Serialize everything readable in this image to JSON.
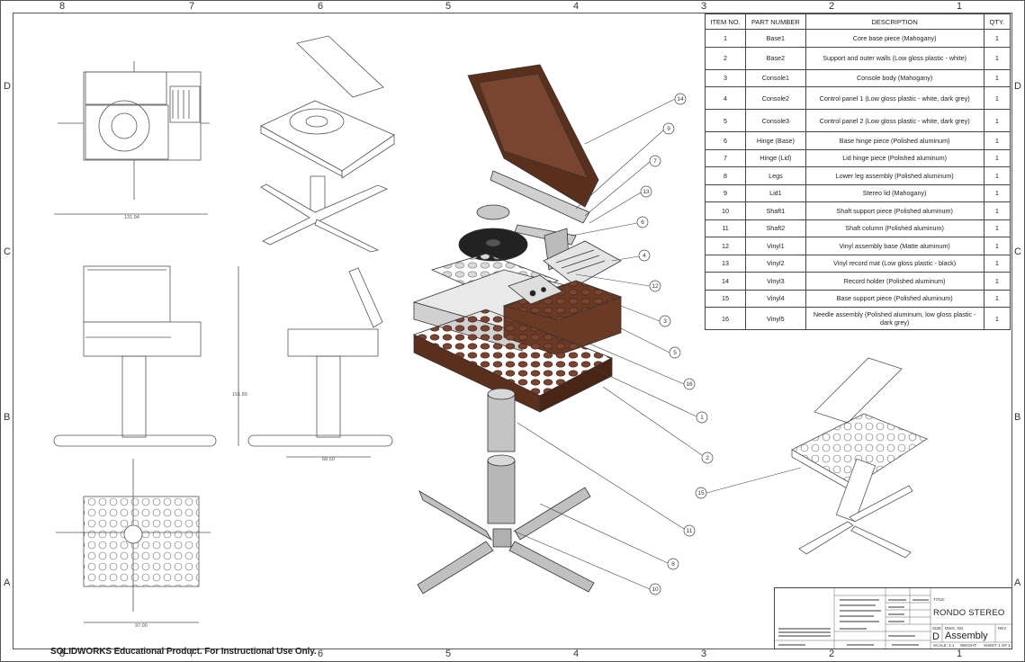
{
  "border": {
    "top_zones": [
      "8",
      "7",
      "6",
      "5",
      "4",
      "3",
      "2",
      "1"
    ],
    "bottom_zones": [
      "8",
      "7",
      "6",
      "5",
      "4",
      "3",
      "2",
      "1"
    ],
    "side_zones": [
      "D",
      "C",
      "B",
      "A"
    ]
  },
  "bom": {
    "headers": [
      "ITEM NO.",
      "PART NUMBER",
      "DESCRIPTION",
      "QTY."
    ],
    "rows": [
      [
        "1",
        "Base1",
        "Core base piece (Mahogany)",
        "1"
      ],
      [
        "2",
        "Base2",
        "Support and outer walls (Low gloss plastic - white)",
        "1"
      ],
      [
        "3",
        "Console1",
        "Console body (Mahogany)",
        "1"
      ],
      [
        "4",
        "Console2",
        "Control panel 1 (Low gloss plastic - white, dark grey)",
        "1"
      ],
      [
        "5",
        "Console3",
        "Control panel 2 (Low gloss plastic - white, dark grey)",
        "1"
      ],
      [
        "6",
        "Hinge (Base)",
        "Base hinge piece (Polished aluminum)",
        "1"
      ],
      [
        "7",
        "Hinge (Lid)",
        "Lid hinge piece (Polished aluminum)",
        "1"
      ],
      [
        "8",
        "Legs",
        "Lower leg assembly (Polished aluminum)",
        "1"
      ],
      [
        "9",
        "Lid1",
        "Stereo lid (Mahogany)",
        "1"
      ],
      [
        "10",
        "Shaft1",
        "Shaft support piece (Polished aluminum)",
        "1"
      ],
      [
        "11",
        "Shaft2",
        "Shaft column (Polished aluminum)",
        "1"
      ],
      [
        "12",
        "Vinyl1",
        "Vinyl assembly base (Matte aluminum)",
        "1"
      ],
      [
        "13",
        "Vinyl2",
        "Vinyl record mat (Low gloss plastic - black)",
        "1"
      ],
      [
        "14",
        "Vinyl3",
        "Record holder (Polished aluminum)",
        "1"
      ],
      [
        "15",
        "Vinyl4",
        "Base support piece (Polished aluminum)",
        "1"
      ],
      [
        "16",
        "Vinyl5",
        "Needle assembly (Polished aluminum, low gloss plastic - dark grey)",
        "1"
      ]
    ]
  },
  "dimensions": {
    "top_width": "131.94",
    "front_height": "151.89",
    "side_width": "68.50",
    "bottom_width": "97.00"
  },
  "callouts": {
    "c14": "14",
    "c9": "9",
    "c7": "7",
    "c13": "13",
    "c6": "6",
    "c4": "4",
    "c12": "12",
    "c3": "3",
    "c5": "5",
    "c16": "16",
    "c1": "1",
    "c2": "2",
    "c11": "11",
    "c8": "8",
    "c10": "10",
    "c15": "15"
  },
  "title_block": {
    "title_label": "TITLE:",
    "drawing_name": "RONDO STEREO",
    "size": "D",
    "dwg_no": "Assembly",
    "size_label": "SIZE",
    "dwg_label": "DWG. NO.",
    "rev_label": "REV",
    "scale": "SCALE: 1:1",
    "weight": "WEIGHT:",
    "sheet": "SHEET 1 OF 1"
  },
  "footer": {
    "edu_text": "SOLIDWORKS Educational Product. For Instructional Use Only."
  },
  "colors": {
    "mahogany": "#6b3a24",
    "mahogany_dark": "#4a2415",
    "aluminum": "#c8c8c8",
    "aluminum_dark": "#8a8a8a",
    "white_plastic": "#e8e8e8",
    "black": "#222222"
  }
}
